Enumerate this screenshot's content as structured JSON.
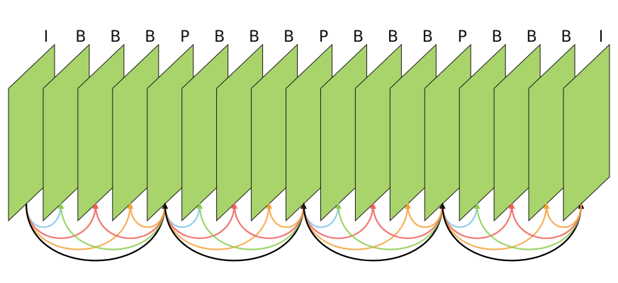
{
  "frames": [
    {
      "type": "I",
      "color": "#a9d46b"
    },
    {
      "type": "B",
      "color": "#a9d46b"
    },
    {
      "type": "B",
      "color": "#a9d46b"
    },
    {
      "type": "B",
      "color": "#a9d46b"
    },
    {
      "type": "P",
      "color": "#a9d46b"
    },
    {
      "type": "B",
      "color": "#a9d46b"
    },
    {
      "type": "B",
      "color": "#a9d46b"
    },
    {
      "type": "B",
      "color": "#a9d46b"
    },
    {
      "type": "P",
      "color": "#a9d46b"
    },
    {
      "type": "B",
      "color": "#a9d46b"
    },
    {
      "type": "B",
      "color": "#a9d46b"
    },
    {
      "type": "B",
      "color": "#a9d46b"
    },
    {
      "type": "P",
      "color": "#a9d46b"
    },
    {
      "type": "B",
      "color": "#a9d46b"
    },
    {
      "type": "B",
      "color": "#a9d46b"
    },
    {
      "type": "B",
      "color": "#a9d46b"
    },
    {
      "type": "I",
      "color": "#a9d46b"
    }
  ],
  "group_size": 4,
  "reference_arcs": [
    {
      "span": 1,
      "color": "#7dc8e8"
    },
    {
      "span": 2,
      "color": "#f0605a"
    },
    {
      "span": 3,
      "color": "#f5a23a"
    },
    {
      "span": 4,
      "color": "#000000"
    }
  ],
  "backward_arcs": [
    {
      "span": 3,
      "color": "#8ccd4f"
    },
    {
      "span": 2,
      "color": "#f0605a"
    },
    {
      "span": 1,
      "color": "#f5a23a"
    }
  ]
}
